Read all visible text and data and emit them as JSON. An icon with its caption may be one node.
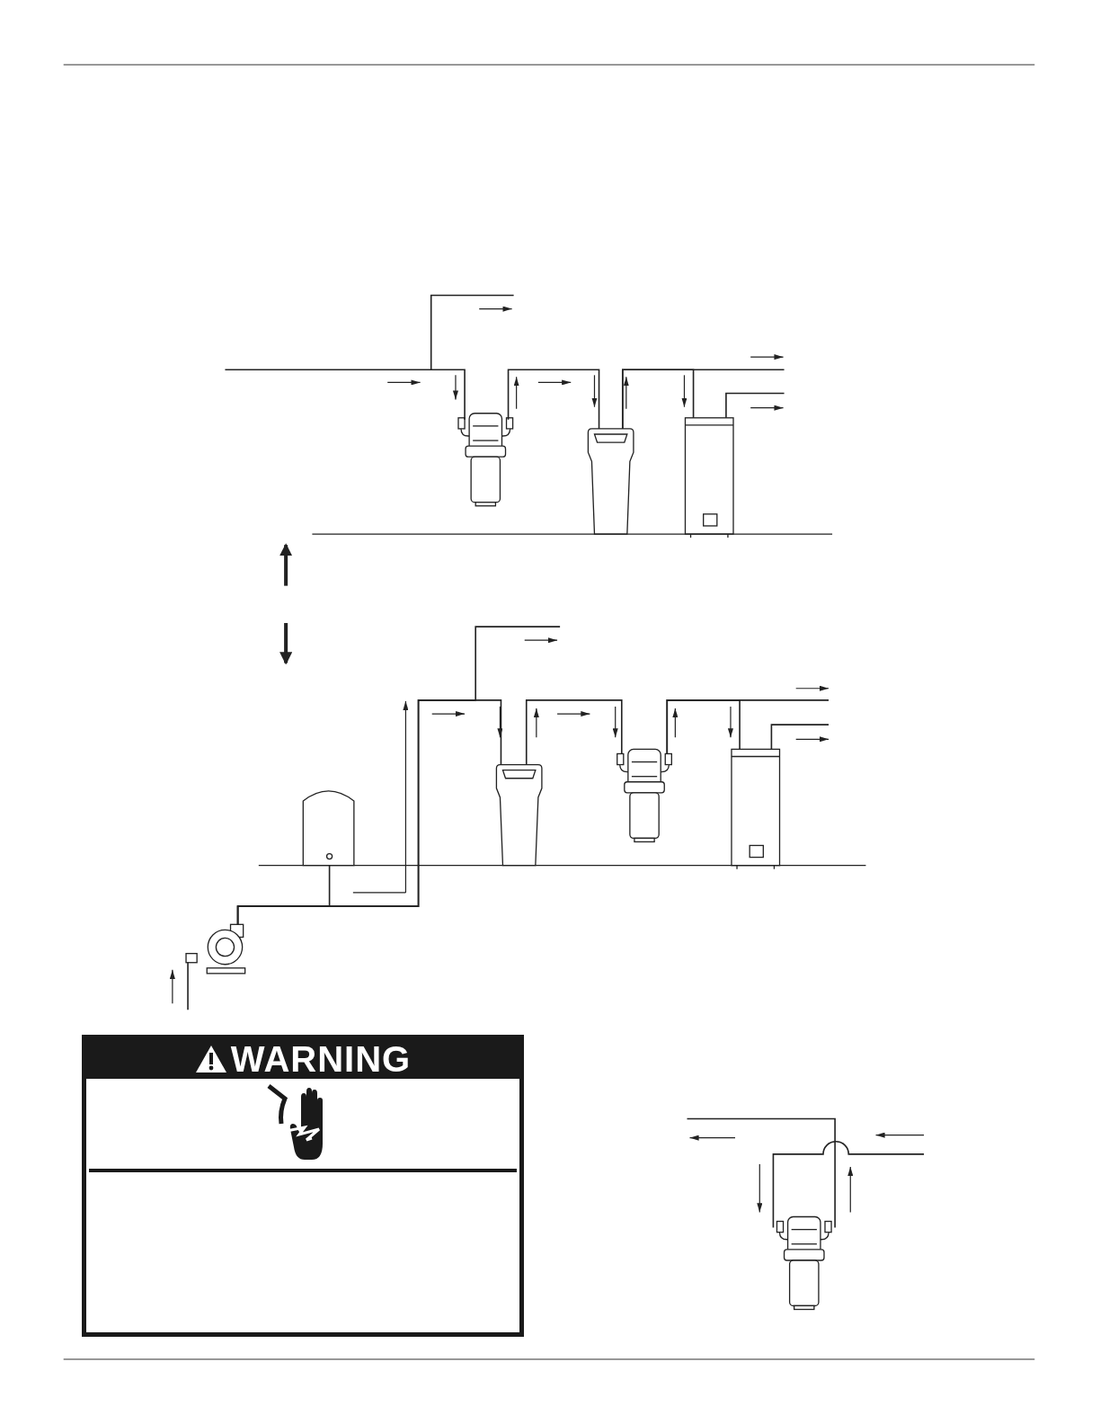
{
  "diagram": {
    "nodes": [
      {
        "text": [
          "WARNING"
        ]
      },
      {
        "text": [],
        "shape": "picture"
      },
      {
        "text": [],
        "shape": "picture"
      },
      {
        "text": [],
        "shape": "picture"
      },
      {
        "text": [],
        "shape": "picture"
      },
      {
        "text": [],
        "shape": "picture"
      },
      {
        "text": [],
        "shape": "picture"
      },
      {
        "text": [],
        "shape": "picture"
      },
      {
        "text": [],
        "shape": "picture"
      },
      {
        "text": [],
        "shape": "picture"
      }
    ],
    "edges": [
      {
        "from": null,
        "to": 1,
        "arrow": "none"
      },
      {
        "from": 1,
        "to": 2,
        "arrow": "none"
      },
      {
        "from": 2,
        "to": 3,
        "arrow": "none"
      },
      {
        "from": 2,
        "to": null,
        "arrow": "none"
      },
      {
        "from": 3,
        "to": null,
        "arrow": "none"
      },
      {
        "from": null,
        "to": 5,
        "arrow": "none"
      },
      {
        "from": 5,
        "to": 4,
        "arrow": "none"
      },
      {
        "from": 5,
        "to": 6,
        "arrow": "none"
      },
      {
        "from": 5,
        "to": null,
        "arrow": "none"
      },
      {
        "from": 6,
        "to": 7,
        "arrow": "none"
      },
      {
        "from": 7,
        "to": 8,
        "arrow": "none"
      },
      {
        "from": 7,
        "to": null,
        "arrow": "none"
      },
      {
        "from": 8,
        "to": null,
        "arrow": "none"
      },
      {
        "from": null,
        "to": 9,
        "arrow": "none"
      },
      {
        "from": 9,
        "to": null,
        "arrow": "none"
      }
    ]
  }
}
